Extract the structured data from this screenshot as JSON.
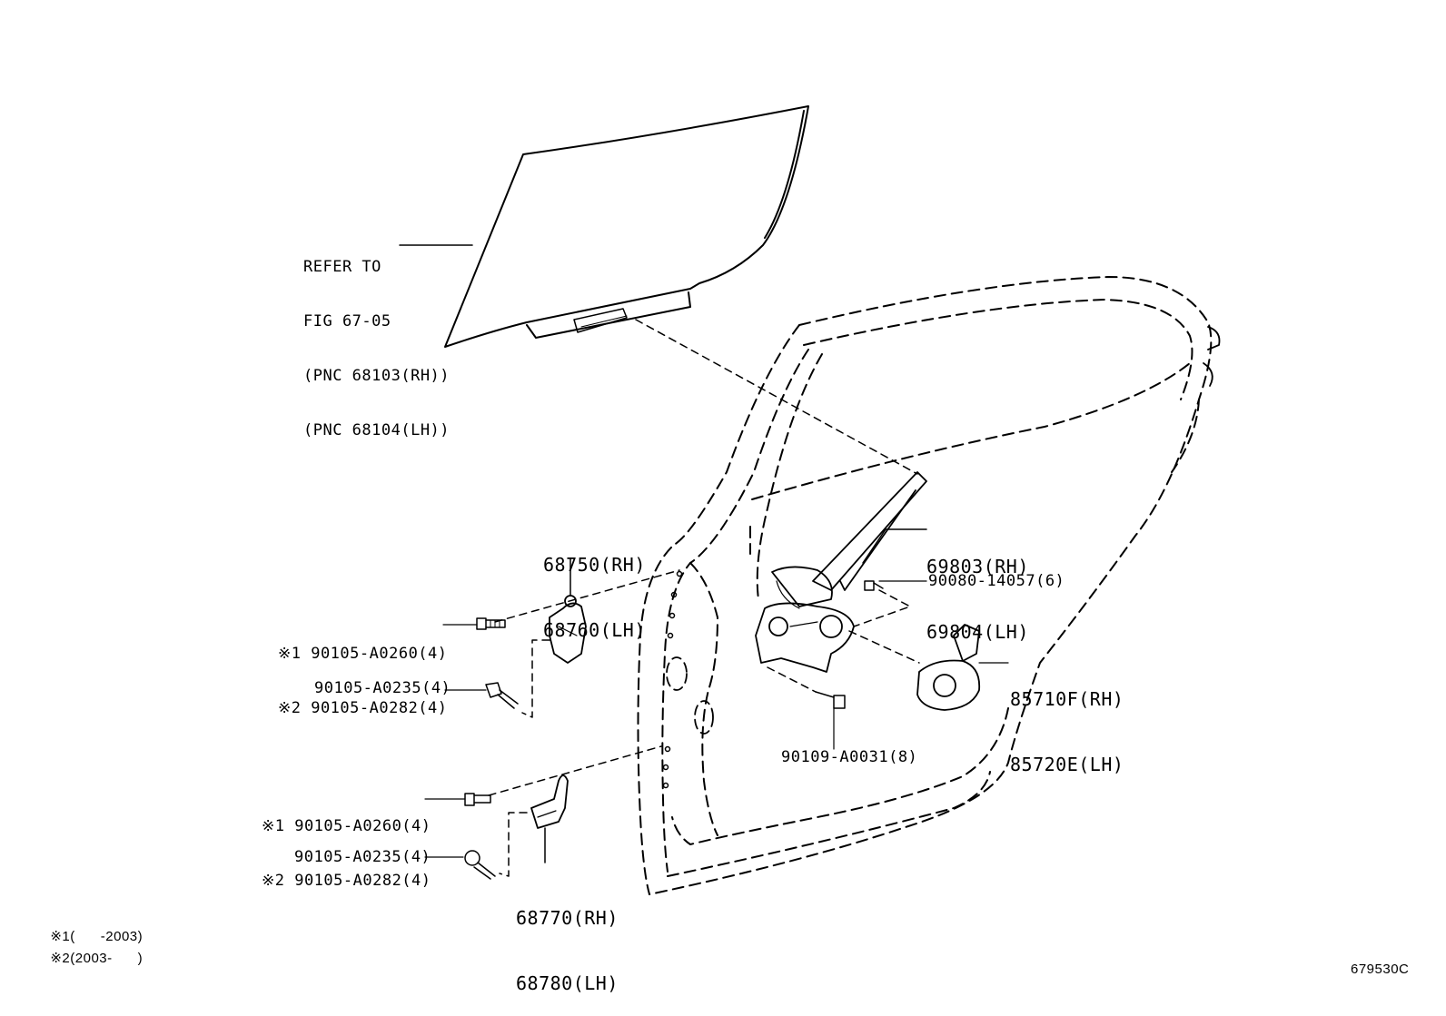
{
  "glass_ref": {
    "line1": "REFER TO",
    "line2": "FIG 67-05",
    "line3": "(PNC 68103(RH))",
    "line4": "(PNC 68104(LH))"
  },
  "hinge_upper": {
    "rh": "68750(RH)",
    "lh": "68760(LH)"
  },
  "hinge_lower": {
    "rh": "68770(RH)",
    "lh": "68780(LH)"
  },
  "regulator": {
    "rh": "69803(RH)",
    "lh": "69804(LH)"
  },
  "motor": {
    "rh": "85710F(RH)",
    "lh": "85720E(LH)"
  },
  "bolts": {
    "upper_a": "※1 90105-A0260(4)",
    "upper_b": "※2 90105-A0282(4)",
    "upper_c": "90105-A0235(4)",
    "lower_a": "※1 90105-A0260(4)",
    "lower_b": "※2 90105-A0282(4)",
    "lower_c": "90105-A0235(4)",
    "reg_bolt": "90080-14057(6)",
    "reg_bolt2": "90109-A0031(8)"
  },
  "notes": {
    "n1_mark": "※1",
    "n1_text": "(      -2003)",
    "n2_mark": "※2",
    "n2_text": "(2003-      )"
  },
  "figure_code": "679530C"
}
